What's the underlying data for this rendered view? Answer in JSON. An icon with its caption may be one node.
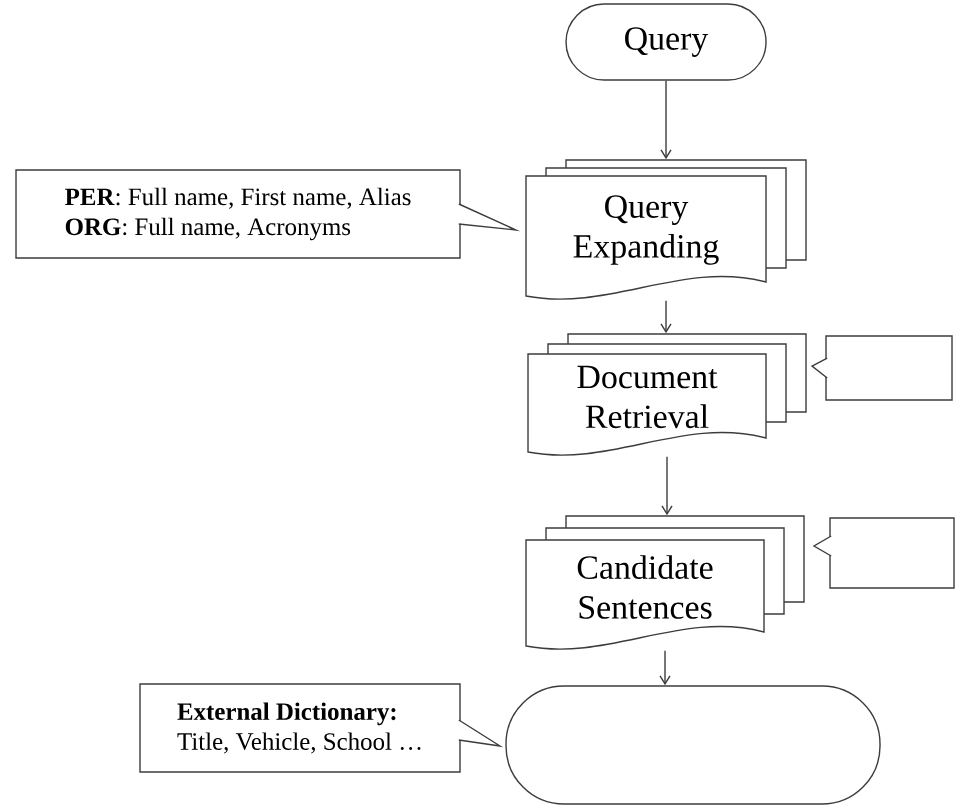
{
  "diagram": {
    "nodes": [
      {
        "text": [
          "Query"
        ]
      },
      {
        "text": [
          "Query Expanding"
        ]
      },
      {
        "text": [
          "**PER**: Full name,  First name, Alias",
          "**ORG**: Full name, Acronyms"
        ]
      },
      {
        "text": [
          "Document Retrieval"
        ]
      },
      {
        "text": [],
        "shape": "callout"
      },
      {
        "text": [
          "Candidate Sentences"
        ]
      },
      {
        "text": [],
        "shape": "callout"
      },
      {
        "text": [],
        "shape": "capsule"
      },
      {
        "text": [
          "External Dictionary:",
          "Title, Vehicle, School …"
        ]
      }
    ],
    "edges": [
      {
        "from": 0,
        "to": 1,
        "arrow": "to"
      },
      {
        "from": 1,
        "to": 3,
        "arrow": "to"
      },
      {
        "from": 3,
        "to": 5,
        "arrow": "to"
      },
      {
        "from": 5,
        "to": 7,
        "arrow": "to"
      }
    ]
  }
}
